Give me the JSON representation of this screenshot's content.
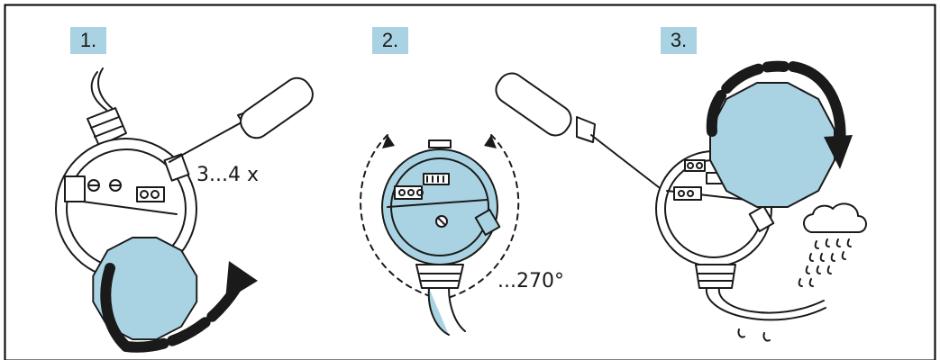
{
  "steps": [
    {
      "label": "1.",
      "note": "3...4 x"
    },
    {
      "label": "2.",
      "note": "...270°"
    },
    {
      "label": "3."
    }
  ],
  "colors": {
    "housing_cover": "#a9d3e2",
    "stroke": "#1a1a1a",
    "arrow": "#1a1a1a",
    "frame": "#000000"
  }
}
